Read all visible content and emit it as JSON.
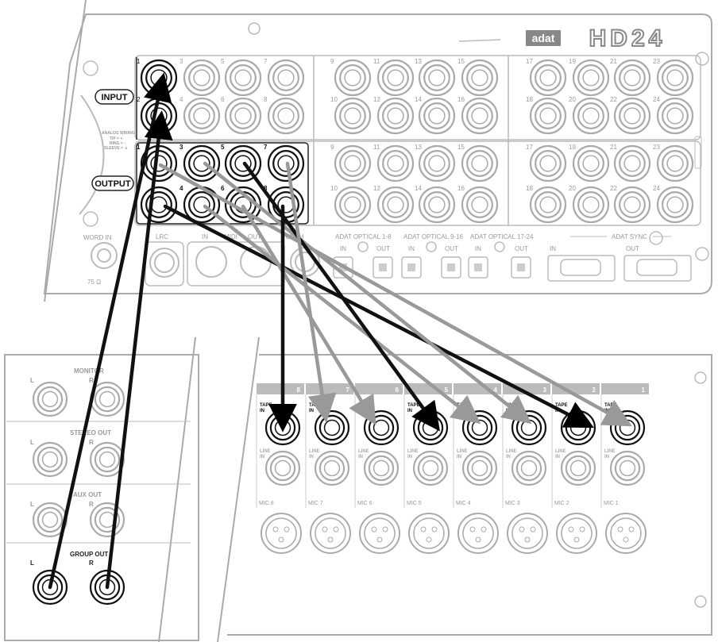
{
  "device": {
    "brand_adat": "adat",
    "model": "HD24",
    "input_label": "INPUT",
    "output_label": "OUTPUT",
    "wiring_lines": [
      "ANALOG WIRING",
      "TIP = +",
      "RING = -",
      "SLEEVE = ⏚"
    ],
    "ports": {
      "word_in": "WORD IN",
      "word_sub": "75 Ω",
      "lrc": "LRC",
      "midi_in": "IN",
      "midi_title": "MIDI",
      "midi_out": "OUT",
      "punch": "PUNCH",
      "optical_1": "ADAT OPTICAL 1-8",
      "optical_2": "ADAT OPTICAL 9-16",
      "optical_3": "ADAT OPTICAL 17-24",
      "in": "IN",
      "out": "OUT",
      "sync": "ADAT SYNC",
      "sync_in": "IN",
      "sync_out": "OUT"
    },
    "channel_numbers_top": [
      "1",
      "3",
      "5",
      "7",
      "9",
      "11",
      "13",
      "15",
      "17",
      "19",
      "21",
      "23"
    ],
    "channel_numbers_bottom": [
      "2",
      "4",
      "6",
      "8",
      "10",
      "12",
      "14",
      "16",
      "18",
      "20",
      "22",
      "24"
    ]
  },
  "mixer": {
    "monitor": "MONITOR",
    "stereo_out": "STEREO OUT",
    "aux_out": "AUX OUT",
    "group_out": "GROUP OUT",
    "left": "L",
    "right": "R",
    "tape_in": [
      "TAPE",
      "IN"
    ],
    "line_in": [
      "LINE",
      "IN"
    ],
    "channel_numbers": [
      "8",
      "7",
      "6",
      "5",
      "4",
      "3",
      "2",
      "1"
    ],
    "mic_labels": [
      "MIC 8",
      "MIC 7",
      "MIC 6",
      "MIC 5",
      "MIC 4",
      "MIC 3",
      "MIC 2",
      "MIC 1"
    ]
  }
}
